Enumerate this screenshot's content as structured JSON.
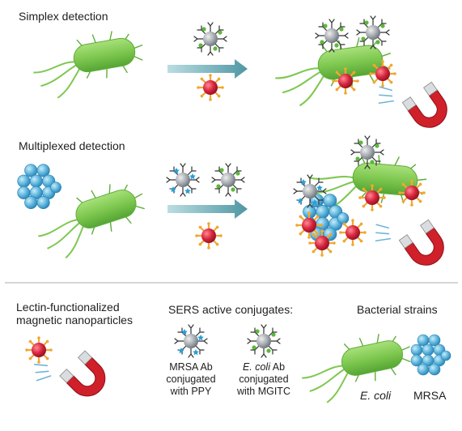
{
  "sections": {
    "simplex_title": "Simplex detection",
    "multiplex_title": "Multiplexed detection"
  },
  "legend": {
    "magnetic_title_line1": "Lectin-functionalized",
    "magnetic_title_line2": "magnetic nanoparticles",
    "sers_title": "SERS active conjugates:",
    "strains_title": "Bacterial strains",
    "mrsa_conj_line1": "MRSA Ab",
    "mrsa_conj_line2": "conjugated",
    "mrsa_conj_line3": "with PPY",
    "ecoli_conj_line1_italic": "E. coli",
    "ecoli_conj_line1_rest": " Ab",
    "ecoli_conj_line2": "conjugated",
    "ecoli_conj_line3": "with MGITC",
    "ecoli_label": "E. coli",
    "mrsa_label": "MRSA"
  },
  "colors": {
    "bacterium": "#7ec850",
    "bacterium_dark": "#4f9a2e",
    "mrsa_sphere": "#5fb7de",
    "nanoparticle_red": "#d8263d",
    "nanoparticle_spike": "#f0a830",
    "sers_core": "#9aa0a6",
    "ppy_marker": "#2a9fd6",
    "mgitc_marker": "#5cb83a",
    "arrow": "#6aa6b0",
    "magnet": "#d0202a",
    "divider": "#c8c8c8"
  },
  "icons": [
    "ecoli-bacterium-icon",
    "mrsa-cluster-icon",
    "magnetic-nanoparticle-icon",
    "sers-conjugate-ppy-icon",
    "sers-conjugate-mgitc-icon",
    "magnet-icon",
    "process-arrow-icon"
  ]
}
